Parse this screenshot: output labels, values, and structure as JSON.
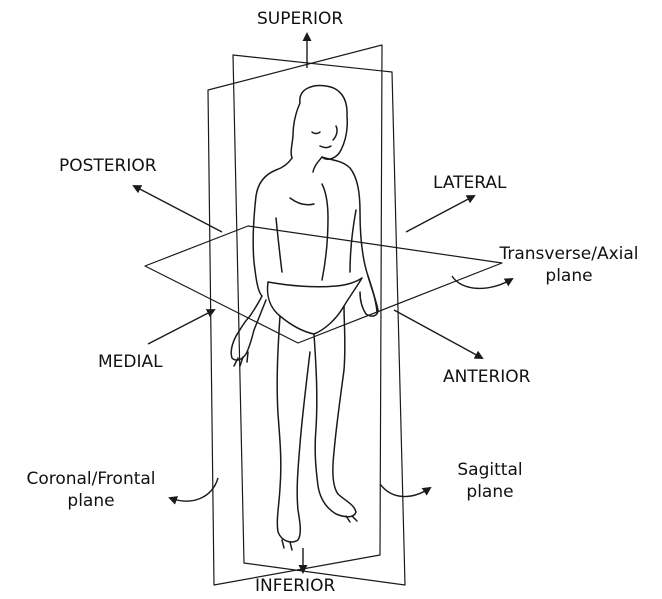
{
  "labels": {
    "superior": "SUPERIOR",
    "inferior": "INFERIOR",
    "posterior": "POSTERIOR",
    "anterior": "ANTERIOR",
    "lateral": "LATERAL",
    "medial": "MEDIAL",
    "transverse_line1": "Transverse/Axial",
    "transverse_line2": "plane",
    "coronal_line1": "Coronal/Frontal",
    "coronal_line2": "plane",
    "sagittal_line1": "Sagittal",
    "sagittal_line2": "plane"
  },
  "colors": {
    "line": "#1a1a1a",
    "text": "#111111",
    "background": "#ffffff"
  }
}
